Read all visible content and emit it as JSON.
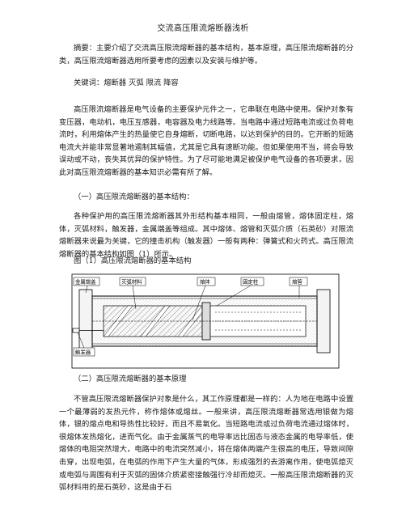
{
  "document": {
    "title": "交流高压限流熔断器浅析",
    "abstract": "摘要：主要介绍了交流高压限流熔断器的基本结构，基本原理，高压限流熔断器的分类，高压限流熔断器选用所要考虑的因素以及安装与维护等。",
    "keywords": "关键词：熔断器  灭弧  限流  降容",
    "intro": "高压限流熔断器是电气设备的主要保护元件之一，它串联在电路中使用。保护对象有变压器，电动机，电压互感器，电容器及电力线路等。当电路中通过短路电流或过负荷电流时，利用熔体产生的热量使它自身熔断，切断电路，以达到保护的目的。它开断的短路电流大并能非常显著地遏制其幅值，尤其是它具有速断功能。但如果使用不当，将会导致误动或不动，丧失其优异的保护特性。为了尽可能地满足被保护电气设备的各项要求，因此对高压限流熔断器的基本知识必需有所了解。",
    "section1_heading": "（一）高压限流熔断器的基本结构：",
    "section1_body": "各种保护用的高压限流熔断器其外形结构基本相同，一般由熔管，熔体固定柱，熔体，灭弧材料，触发器，金属端盖等组成。其中熔体、熔管和灭弧介质（石英砂）对限流熔断器来说最为关键，它的撞击机构（触发器）一般有两种：弹簧式和火药式。高压限流熔断器的基本结构如图（1）所示。",
    "figure_caption": "图（1）高压限流熔断器的基本结构",
    "figure_labels": {
      "end_cap": "金属端盖",
      "arc_material": "灭弧材料",
      "fuse_element": "熔体",
      "fixing_post": "固定柱",
      "fuse_tube": "熔管",
      "trigger": "触发器"
    },
    "section2_heading": "（二）高压限流熔断器的基本原理",
    "section2_body": "不管高压限流熔断器保护对象是什么，其工作原理都是一样的：人为地在电路中设置一个最薄弱的发热元件，称作熔体或熔丝。一般来讲，高压限流熔断器常选用银做为熔体，银的熔点电和导热性比较好，而且不易氧化。当短路电流或过负荷电流通过熔体时，很熔体发热熔化，进而气化。由于金属蒸气的电导率远比固态与液态金属的电导率低，使熔体的电阻突然增大，电路中的电流突然减小，将在熔体两端产生很高的电压，导致间隙击穿，出现电弧，在电弧的作用下产生大量的气体，形成强烈的去游离作用，使电弧熄灭或电弧与周围有利于灭弧的固体介质紧密接触强行冷却而熄灭。一般高压限流熔断器的灭弧材料用的是石英砂，这是由于石"
  }
}
